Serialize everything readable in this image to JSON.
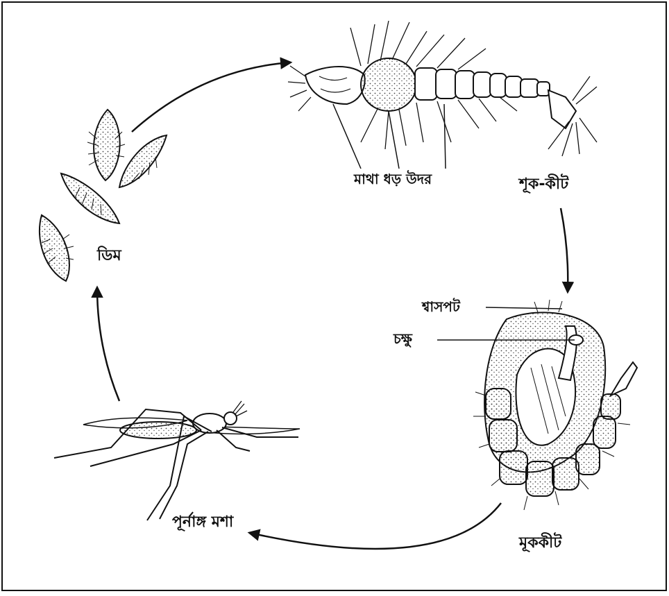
{
  "diagram": {
    "labels": {
      "egg": "ডিম",
      "larva": "শূক-কীট",
      "pupa": "মূককীট",
      "adult": "পূর্নাঙ্গ মশা",
      "larva_parts": "মাথা ধড় উদর",
      "breathing_tube": "শ্বাসপট",
      "eye": "চক্ষু"
    },
    "stages": [
      "egg",
      "larva",
      "pupa",
      "adult"
    ],
    "colors": {
      "ink": "#111111",
      "background": "#ffffff",
      "stipple": "#444444"
    }
  }
}
